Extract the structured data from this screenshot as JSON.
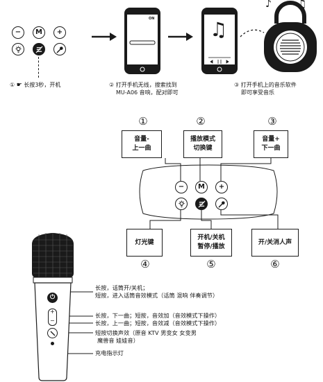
{
  "top_buttons": {
    "minus": "−",
    "mode": "M",
    "plus": "+"
  },
  "steps": [
    {
      "num": "①",
      "text": "长按3秒，开机"
    },
    {
      "num": "②",
      "line1": "打开手机无线，搜索找到",
      "line2": "MU-A06 音响，配对即可"
    },
    {
      "num": "③",
      "line1": "打开手机上的音乐软件",
      "line2": "即可享受音乐"
    }
  ],
  "phone1_screen_text": "ON",
  "note_symbol": "♫",
  "callouts": {
    "c1": {
      "num": "①",
      "line1": "音量-",
      "line2": "上一曲"
    },
    "c2": {
      "num": "②",
      "line1": "播放模式",
      "line2": "切换键"
    },
    "c3": {
      "num": "③",
      "line1": "音量+",
      "line2": "下一曲"
    },
    "c4": {
      "num": "④",
      "line1": "灯光键"
    },
    "c5": {
      "num": "⑤",
      "line1": "开机/关机",
      "line2": "暂停/播放"
    },
    "c6": {
      "num": "⑥",
      "line1": "开/关消人声"
    }
  },
  "panel_buttons": {
    "minus": "−",
    "mode": "M",
    "plus": "+"
  },
  "mic_annotations": [
    {
      "line1": "长按，话筒开/关机；",
      "line2": "短按，进入话筒音效模式（话筒 混响 伴奏调节）"
    },
    {
      "line1": "长按，下一曲；短按，音效加（音效模式下操作）"
    },
    {
      "line1": "长按，上一曲；短按，音效减（音效模式下操作）"
    },
    {
      "line1": "短按切换声效（原音 KTV 男变女 女变男",
      "line2": "魔兽音 娃娃音）"
    },
    {
      "line1": "充电指示灯"
    }
  ],
  "mic_buttons": {
    "power": "⏻",
    "up": "+",
    "down": "−"
  }
}
